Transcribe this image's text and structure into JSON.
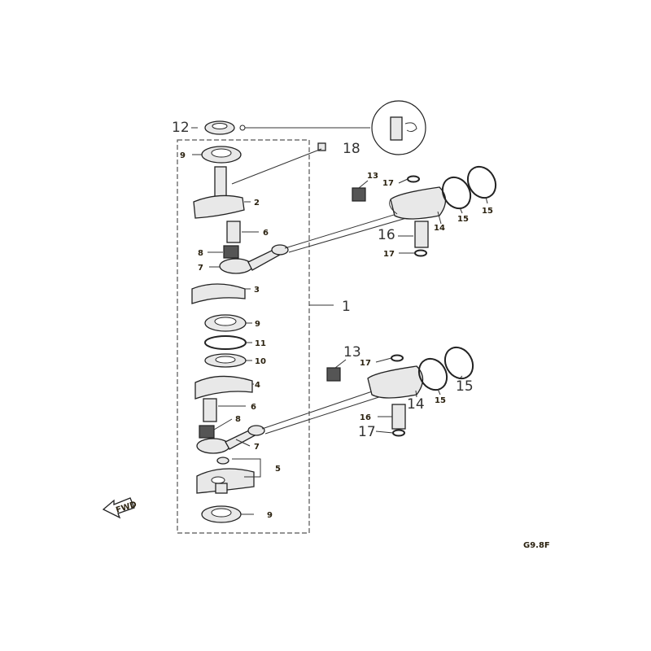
{
  "diagram": {
    "title_code": "G9.8F",
    "direction_label": "FWD",
    "labels": {
      "oil_seal": "12",
      "bolt": "18",
      "assembly": "1",
      "bearing_top": "9",
      "crank_top": "2",
      "pin_top": "6",
      "needle_top": "8",
      "rod_top": "7",
      "crank_mid": "3",
      "bearing_mid": "9",
      "ring_11": "11",
      "ring_10": "10",
      "crank_lower": "4",
      "pin_lower": "6",
      "needle_lower": "8",
      "rod_lower": "7",
      "crank_bottom": "5",
      "bearing_bottom": "9",
      "u_bearing": "13",
      "u_clip_top": "17",
      "u_piston": "14",
      "u_ring_a": "15",
      "u_ring_b": "15",
      "u_pin": "16",
      "u_clip_bottom": "17",
      "l_bearing": "13",
      "l_clip_top": "17",
      "l_piston": "14",
      "l_ring_a": "15",
      "l_ring_b": "15",
      "l_pin": "16",
      "l_clip_bottom": "17"
    }
  }
}
